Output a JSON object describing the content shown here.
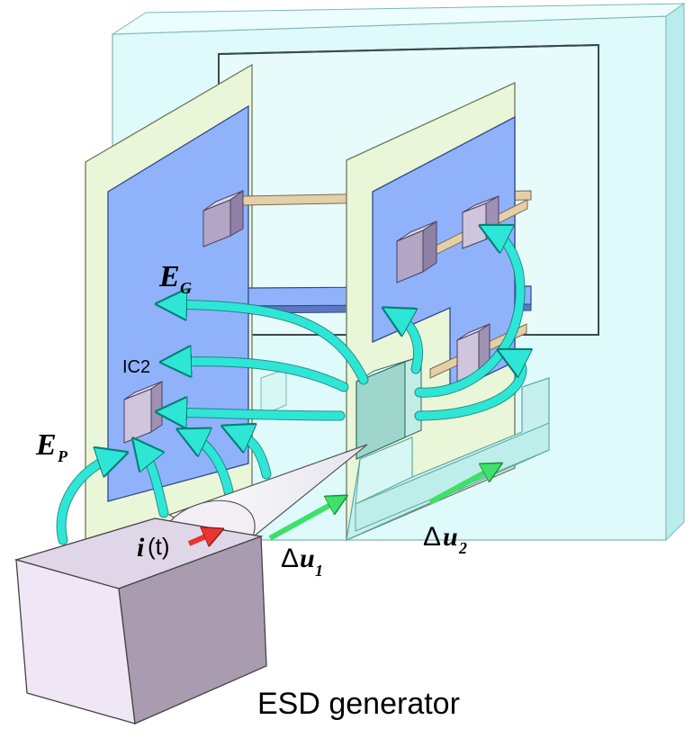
{
  "labels": {
    "field_g_main": "E",
    "field_g_sub": "G",
    "field_p_main": "E",
    "field_p_sub": "P",
    "ic_label": "IC2",
    "current_main": "i",
    "current_arg": " (t)",
    "du1_delta": "Δ",
    "du1_main": "u",
    "du1_sub": "1",
    "du2_delta": "Δ",
    "du2_main": "u",
    "du2_sub": "2",
    "generator_title": "ESD generator"
  },
  "colors": {
    "enclosure": "#dffafa",
    "frame": "#eaf6d8",
    "board": "#8fb2fb",
    "field_arrow": "#2ee6d6",
    "current_arrow": "#e8352f",
    "voltage_arrow": "#3ee06a",
    "ic": "#cfc6dd",
    "generator": "#a99bb0"
  }
}
